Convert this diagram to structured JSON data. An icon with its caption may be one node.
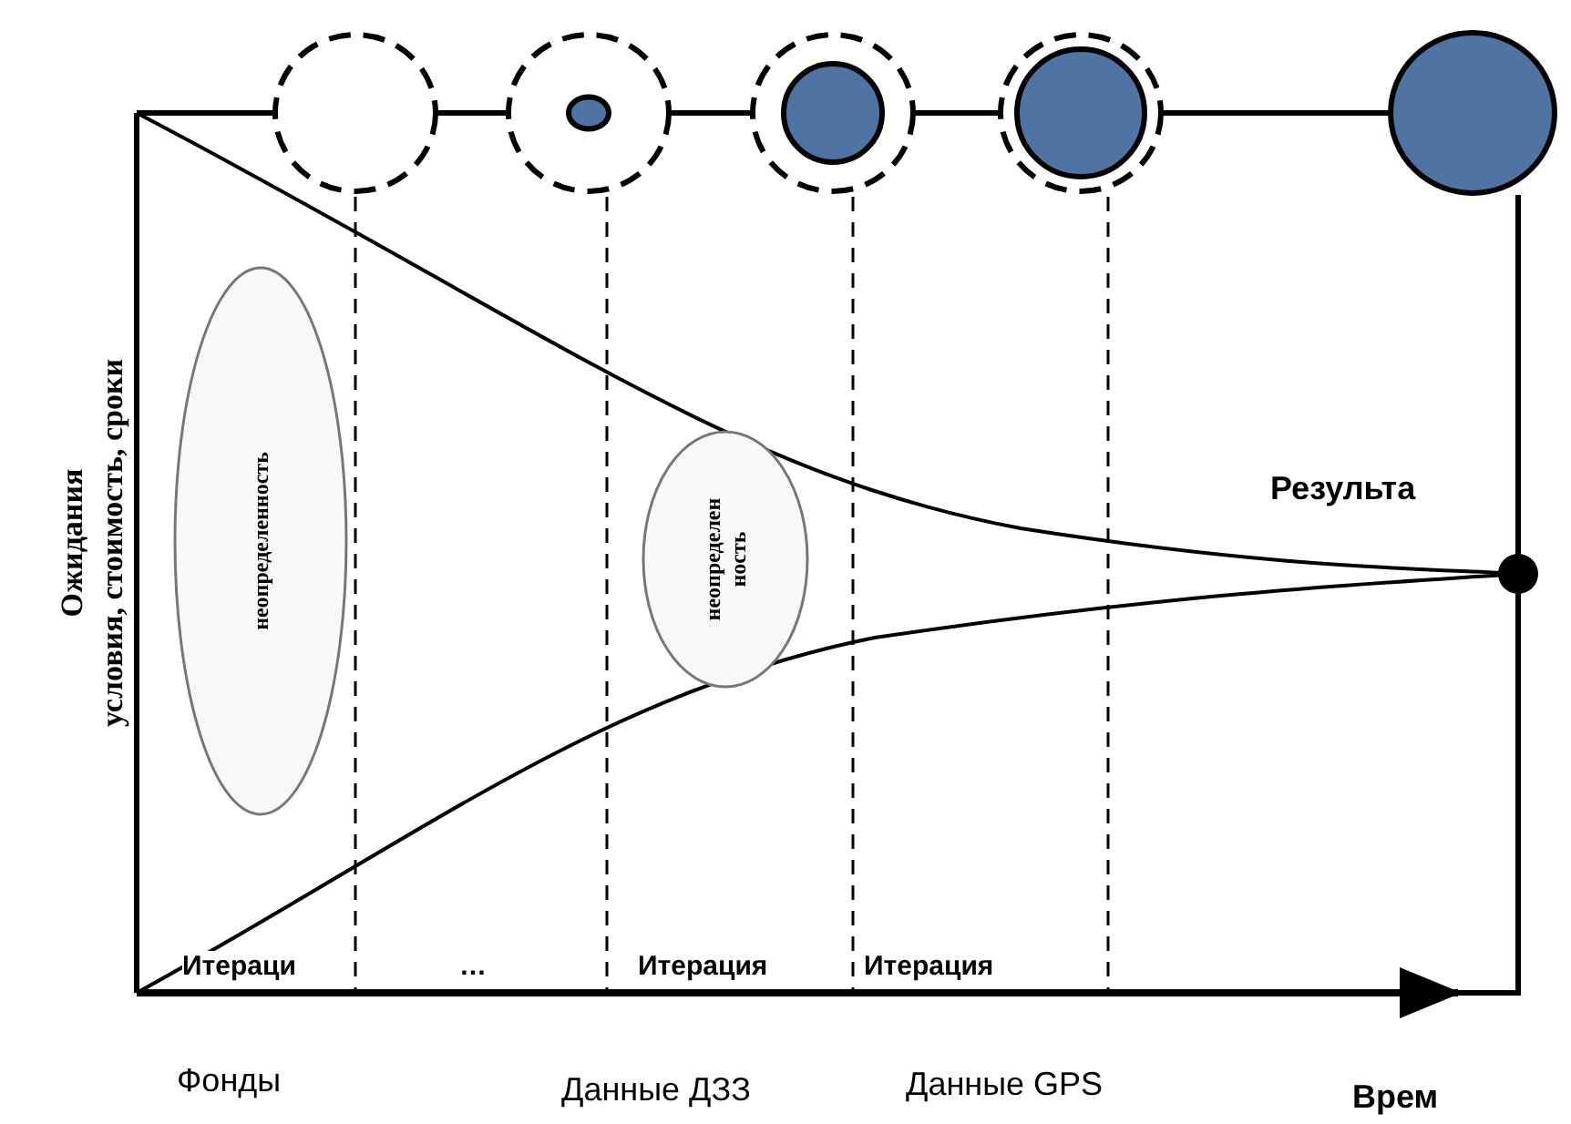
{
  "diagram": {
    "nodes": [
      {
        "text": [
          "неопределенность"
        ]
      },
      {
        "text": [
          "неопределен ность"
        ]
      },
      {
        "text": [],
        "shape": "circle"
      },
      {
        "text": [],
        "shape": "circle"
      },
      {
        "text": [],
        "shape": "circle"
      },
      {
        "text": [],
        "shape": "circle"
      },
      {
        "text": [],
        "shape": "circle"
      }
    ],
    "edges": [
      {
        "from": 2,
        "to": 3,
        "arrow": "none"
      },
      {
        "from": 3,
        "to": 4,
        "arrow": "none"
      },
      {
        "from": 4,
        "to": 5,
        "arrow": "none"
      },
      {
        "from": 5,
        "to": 6,
        "arrow": "none"
      }
    ],
    "labels": [
      "Ожидания",
      "условия, стоимость, сроки",
      "Результа",
      "Итераци",
      "…",
      "Итерация",
      "Итерация",
      "Фонды",
      "Данные ДЗЗ",
      "Данные GPS",
      "Врем"
    ]
  }
}
